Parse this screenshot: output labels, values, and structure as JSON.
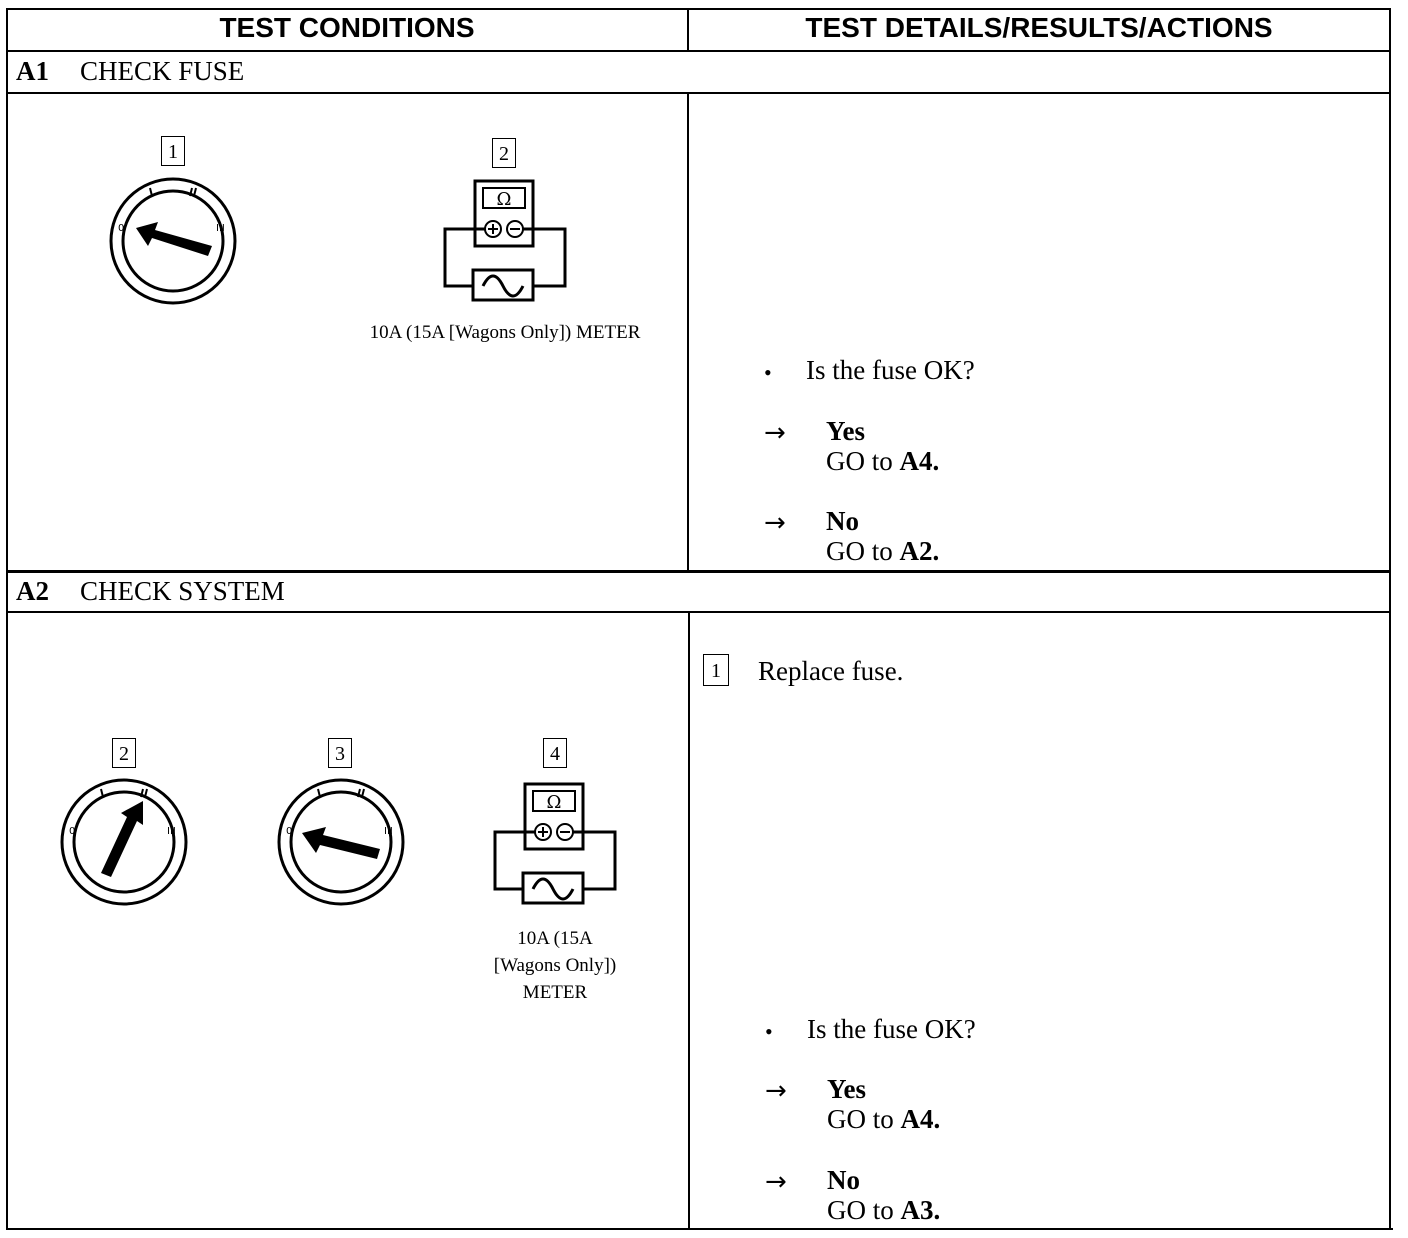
{
  "headers": {
    "left": "TEST CONDITIONS",
    "right": "TEST DETAILS/RESULTS/ACTIONS"
  },
  "sections": [
    {
      "id": "A1",
      "title": "CHECK FUSE",
      "steps": [
        "1",
        "2"
      ],
      "meter_caption": "10A (15A [Wagons Only]) METER",
      "question": "Is the fuse OK?",
      "results": [
        {
          "label": "Yes",
          "go_prefix": "GO to",
          "go_target": "A4."
        },
        {
          "label": "No",
          "go_prefix": "GO to",
          "go_target": "A2."
        }
      ]
    },
    {
      "id": "A2",
      "title": "CHECK SYSTEM",
      "steps": [
        "2",
        "3",
        "4"
      ],
      "meter_caption_lines": [
        "10A (15A",
        "[Wagons Only])",
        "METER"
      ],
      "action_step": "1",
      "action_text": "Replace fuse.",
      "question": "Is the fuse OK?",
      "results": [
        {
          "label": "Yes",
          "go_prefix": "GO to",
          "go_target": "A4."
        },
        {
          "label": "No",
          "go_prefix": "GO to",
          "go_target": "A3."
        }
      ]
    }
  ],
  "symbols": {
    "bullet": "•",
    "arrow": "→",
    "ohm": "Ω"
  }
}
